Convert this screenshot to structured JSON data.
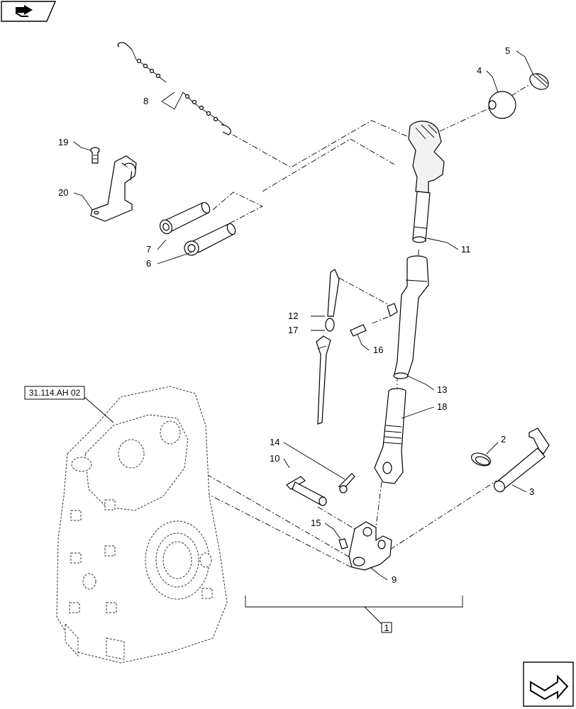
{
  "ref_box": "31.114.AH 02",
  "group_label": "1",
  "callouts": [
    {
      "id": "c1",
      "text": "1"
    },
    {
      "id": "c2",
      "text": "2"
    },
    {
      "id": "c3",
      "text": "3"
    },
    {
      "id": "c4",
      "text": "4"
    },
    {
      "id": "c5",
      "text": "5"
    },
    {
      "id": "c6",
      "text": "6"
    },
    {
      "id": "c7",
      "text": "7"
    },
    {
      "id": "c8",
      "text": "8"
    },
    {
      "id": "c9",
      "text": "9"
    },
    {
      "id": "c10",
      "text": "10"
    },
    {
      "id": "c11",
      "text": "11"
    },
    {
      "id": "c12",
      "text": "12"
    },
    {
      "id": "c13",
      "text": "13"
    },
    {
      "id": "c14",
      "text": "14"
    },
    {
      "id": "c15",
      "text": "15"
    },
    {
      "id": "c16",
      "text": "16"
    },
    {
      "id": "c17",
      "text": "17"
    },
    {
      "id": "c18",
      "text": "18"
    },
    {
      "id": "c19",
      "text": "19"
    },
    {
      "id": "c20",
      "text": "20"
    }
  ],
  "icons": {
    "top_left": "navigation-arrow-icon",
    "bottom_right": "next-page-arrow-icon"
  }
}
